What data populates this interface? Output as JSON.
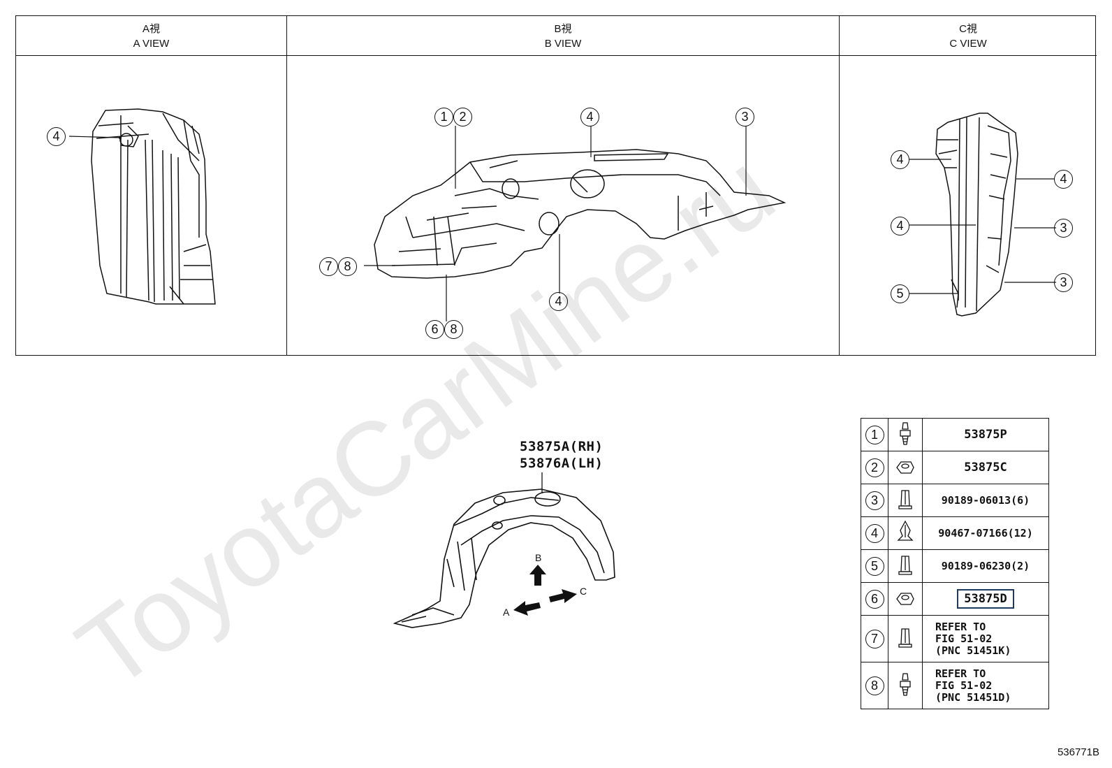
{
  "views": {
    "a": {
      "title_jp": "A視",
      "title_en": "A VIEW"
    },
    "b": {
      "title_jp": "B視",
      "title_en": "B VIEW"
    },
    "c": {
      "title_jp": "C視",
      "title_en": "C VIEW"
    }
  },
  "callouts": {
    "a": [
      "4"
    ],
    "b": [
      "1",
      "2",
      "4",
      "3",
      "7",
      "8",
      "4",
      "6",
      "8"
    ],
    "c": [
      "4",
      "4",
      "4",
      "3",
      "5",
      "3"
    ]
  },
  "main_part": {
    "rh": "53875A(RH)",
    "lh": "53876A(LH)"
  },
  "arrows": {
    "a": "A",
    "b": "B",
    "c": "C"
  },
  "legend": [
    {
      "num": "1",
      "icon": "bolt-icon",
      "part": "53875P"
    },
    {
      "num": "2",
      "icon": "clip-nut-icon",
      "part": "53875C"
    },
    {
      "num": "3",
      "icon": "push-rivet-icon",
      "part": "90189-06013(6)"
    },
    {
      "num": "4",
      "icon": "clip-icon",
      "part": "90467-07166(12)"
    },
    {
      "num": "5",
      "icon": "push-rivet-icon",
      "part": "90189-06230(2)"
    },
    {
      "num": "6",
      "icon": "clip-nut-icon",
      "part": "53875D"
    },
    {
      "num": "7",
      "icon": "push-rivet-icon",
      "part": "REFER TO\nFIG 51-02\n(PNC 51451K)"
    },
    {
      "num": "8",
      "icon": "bolt-icon",
      "part": "REFER TO\nFIG 51-02\n(PNC 51451D)"
    }
  ],
  "figure_number": "536771B",
  "watermark": "ToyotaCarMine.ru"
}
